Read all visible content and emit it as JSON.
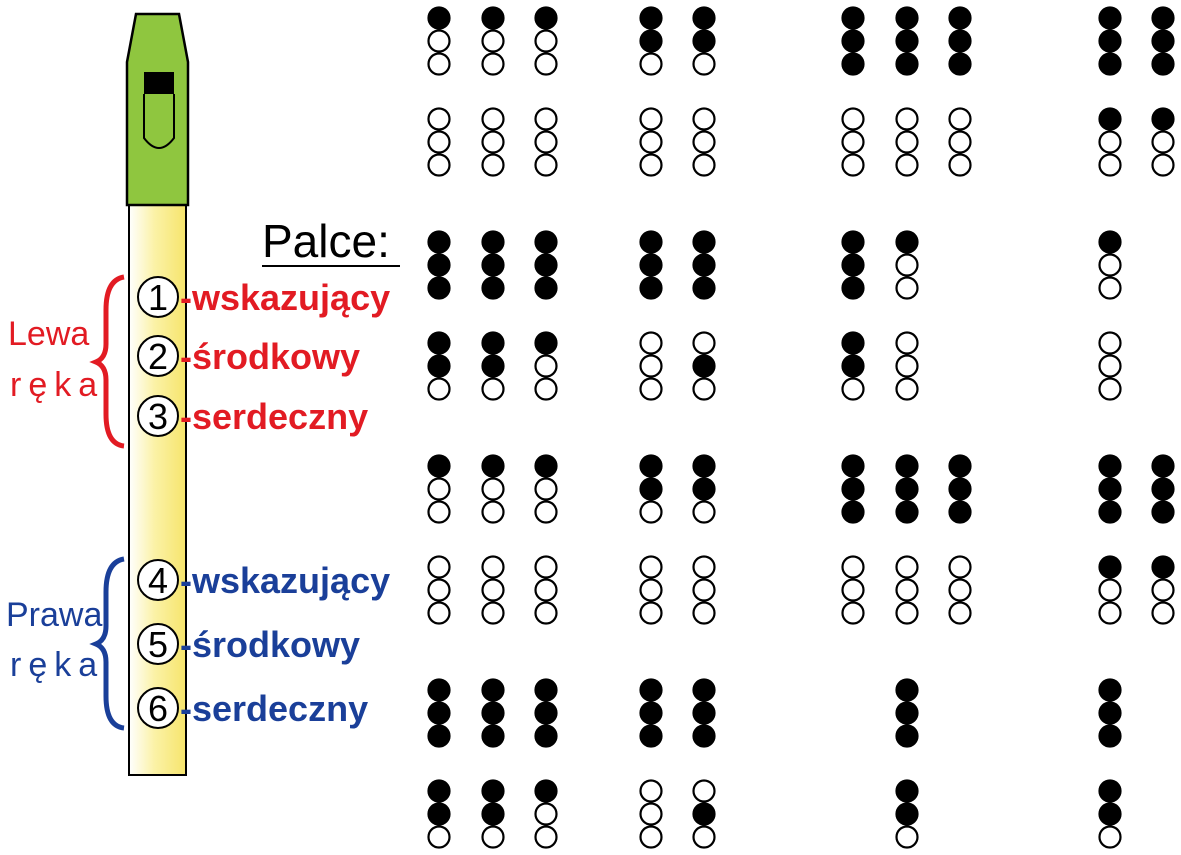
{
  "heading": "Palce:",
  "left_hand": {
    "label_line1": "Lewa",
    "label_line2": "ręka",
    "color": "#e21b23",
    "fingers": [
      {
        "number": "1",
        "name": "-wskazujący"
      },
      {
        "number": "2",
        "name": "-środkowy"
      },
      {
        "number": "3",
        "name": "-serdeczny"
      }
    ]
  },
  "right_hand": {
    "label_line1": "Prawa",
    "label_line2": "ręka",
    "color": "#1a3f99",
    "fingers": [
      {
        "number": "4",
        "name": "-wskazujący"
      },
      {
        "number": "5",
        "name": "-środkowy"
      },
      {
        "number": "6",
        "name": "-serdeczny"
      }
    ]
  },
  "colors": {
    "mouthpiece": "#8fc63f",
    "body_light": "#ffffff",
    "body_dark": "#f6e46c",
    "hole_filled": "#000000",
    "hole_open": "#ffffff",
    "text": "#000000"
  },
  "fingering_rows": [
    [
      [
        [
          1,
          0,
          0
        ],
        [
          0,
          0,
          0
        ]
      ],
      [
        [
          1,
          0,
          0
        ],
        [
          0,
          0,
          0
        ]
      ],
      [
        [
          1,
          0,
          0
        ],
        [
          0,
          0,
          0
        ]
      ],
      [
        [
          1,
          1,
          0
        ],
        [
          0,
          0,
          0
        ]
      ],
      [
        [
          1,
          1,
          0
        ],
        [
          0,
          0,
          0
        ]
      ],
      [
        [
          1,
          1,
          1
        ],
        [
          0,
          0,
          0
        ]
      ],
      [
        [
          1,
          1,
          1
        ],
        [
          0,
          0,
          0
        ]
      ],
      [
        [
          1,
          1,
          1
        ],
        [
          0,
          0,
          0
        ]
      ],
      [
        [
          1,
          1,
          1
        ],
        [
          1,
          0,
          0
        ]
      ],
      [
        [
          1,
          1,
          1
        ],
        [
          1,
          0,
          0
        ]
      ]
    ],
    [
      [
        [
          1,
          1,
          1
        ],
        [
          1,
          1,
          0
        ]
      ],
      [
        [
          1,
          1,
          1
        ],
        [
          1,
          1,
          0
        ]
      ],
      [
        [
          1,
          1,
          1
        ],
        [
          1,
          0,
          0
        ]
      ],
      [
        [
          1,
          1,
          1
        ],
        [
          0,
          0,
          0
        ]
      ],
      [
        [
          1,
          1,
          1
        ],
        [
          0,
          1,
          0
        ]
      ],
      [
        [
          1,
          1,
          1
        ],
        [
          1,
          1,
          0
        ]
      ],
      [
        [
          1,
          0,
          0
        ],
        [
          0,
          0,
          0
        ]
      ],
      [
        [
          1,
          0,
          0
        ],
        [
          0,
          0,
          0
        ]
      ]
    ],
    [
      [
        [
          1,
          0,
          0
        ],
        [
          0,
          0,
          0
        ]
      ],
      [
        [
          1,
          0,
          0
        ],
        [
          0,
          0,
          0
        ]
      ],
      [
        [
          1,
          0,
          0
        ],
        [
          0,
          0,
          0
        ]
      ],
      [
        [
          1,
          1,
          0
        ],
        [
          0,
          0,
          0
        ]
      ],
      [
        [
          1,
          1,
          0
        ],
        [
          0,
          0,
          0
        ]
      ],
      [
        [
          1,
          1,
          1
        ],
        [
          0,
          0,
          0
        ]
      ],
      [
        [
          1,
          1,
          1
        ],
        [
          0,
          0,
          0
        ]
      ],
      [
        [
          1,
          1,
          1
        ],
        [
          0,
          0,
          0
        ]
      ],
      [
        [
          1,
          1,
          1
        ],
        [
          1,
          0,
          0
        ]
      ],
      [
        [
          1,
          1,
          1
        ],
        [
          1,
          0,
          0
        ]
      ]
    ],
    [
      [
        [
          1,
          1,
          1
        ],
        [
          1,
          1,
          0
        ]
      ],
      [
        [
          1,
          1,
          1
        ],
        [
          1,
          1,
          0
        ]
      ],
      [
        [
          1,
          1,
          1
        ],
        [
          1,
          0,
          0
        ]
      ],
      [
        [
          1,
          1,
          1
        ],
        [
          0,
          0,
          0
        ]
      ],
      [
        [
          1,
          1,
          1
        ],
        [
          0,
          1,
          0
        ]
      ],
      [
        [
          1,
          1,
          1
        ],
        [
          1,
          1,
          0
        ]
      ],
      [
        [
          1,
          1,
          1
        ],
        [
          1,
          1,
          0
        ]
      ]
    ]
  ]
}
